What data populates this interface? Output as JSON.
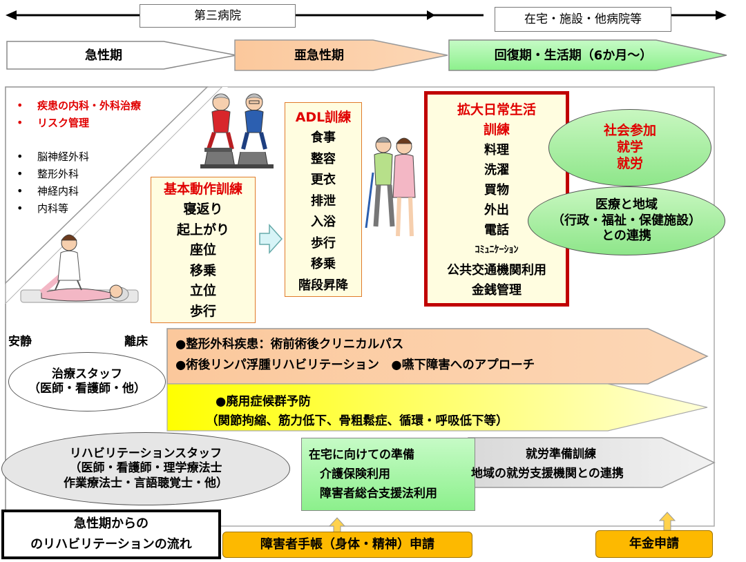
{
  "timeline": {
    "hospital": "第三病院",
    "community": "在宅・施設・他病院等"
  },
  "phases": {
    "acute": "急性期",
    "subacute": "亜急性期",
    "recovery": "回復期・生活期（6か月～）"
  },
  "acute_list": {
    "red_items": [
      "疾患の内科・外科治療",
      "リスク管理"
    ],
    "departments": [
      "脳神経外科",
      "整形外科",
      "神経内科",
      "内科等"
    ],
    "bullet": "•"
  },
  "basic_training": {
    "title": "基本動作訓練",
    "items": [
      "寝返り",
      "起上がり",
      "座位",
      "移乗",
      "立位",
      "歩行"
    ]
  },
  "adl_training": {
    "title": "ADL訓練",
    "items": [
      "食事",
      "整容",
      "更衣",
      "排泄",
      "入浴",
      "歩行",
      "移乗",
      "階段昇降"
    ]
  },
  "extended_adl": {
    "title_lines": [
      "拡大日常生活",
      "訓練"
    ],
    "items": [
      "料理",
      "洗濯",
      "買物",
      "外出",
      "電話",
      "ｺﾐｭﾆｹｰｼｮﾝ",
      "公共交通機関利用",
      "金銭管理"
    ]
  },
  "social": {
    "lines": [
      "社会参加",
      "就学",
      "就労"
    ]
  },
  "regional": {
    "lines": [
      "医療と地域",
      "（行政・福祉・保健施設）",
      "との連携"
    ]
  },
  "labels": {
    "rest": "安静",
    "ambulation": "離床"
  },
  "orange_arrow": {
    "lines": [
      "●整形外科疾患：術前術後クリニカルパス",
      "●術後リンパ浮腫リハビリテーション　●嚥下障害へのアプローチ"
    ]
  },
  "yellow_arrow": {
    "lines": [
      "●廃用症候群予防",
      "（関節拘縮、筋力低下、骨粗鬆症、循環・呼吸低下等）"
    ]
  },
  "treatment_staff": {
    "lines": [
      "治療スタッフ",
      "（医師・看護師・他）"
    ]
  },
  "rehab_staff": {
    "lines": [
      "リハビリテーションスタッフ",
      "（医師・看護師・理学療法士",
      "作業療法士・言語聴覚士・他）"
    ]
  },
  "home_prep": {
    "lines": [
      "在宅に向けての準備",
      "介護保険利用",
      "障害者総合支援法利用"
    ]
  },
  "employment": {
    "lines": [
      "就労準備訓練",
      "地域の就労支援機関との連携"
    ]
  },
  "flow_title": {
    "lines": [
      "急性期からの",
      "のリハビリテーションの流れ"
    ]
  },
  "applications": {
    "disability": "障害者手帳（身体・精神）申請",
    "pension": "年金申請"
  },
  "colors": {
    "subacute": "#fbc8a0",
    "recovery": "#a8f5a8",
    "red": "#e00000",
    "yellow": "#ffff00",
    "orange_app": "#fdb900",
    "ellipse_gray": "#e6e6e6"
  }
}
